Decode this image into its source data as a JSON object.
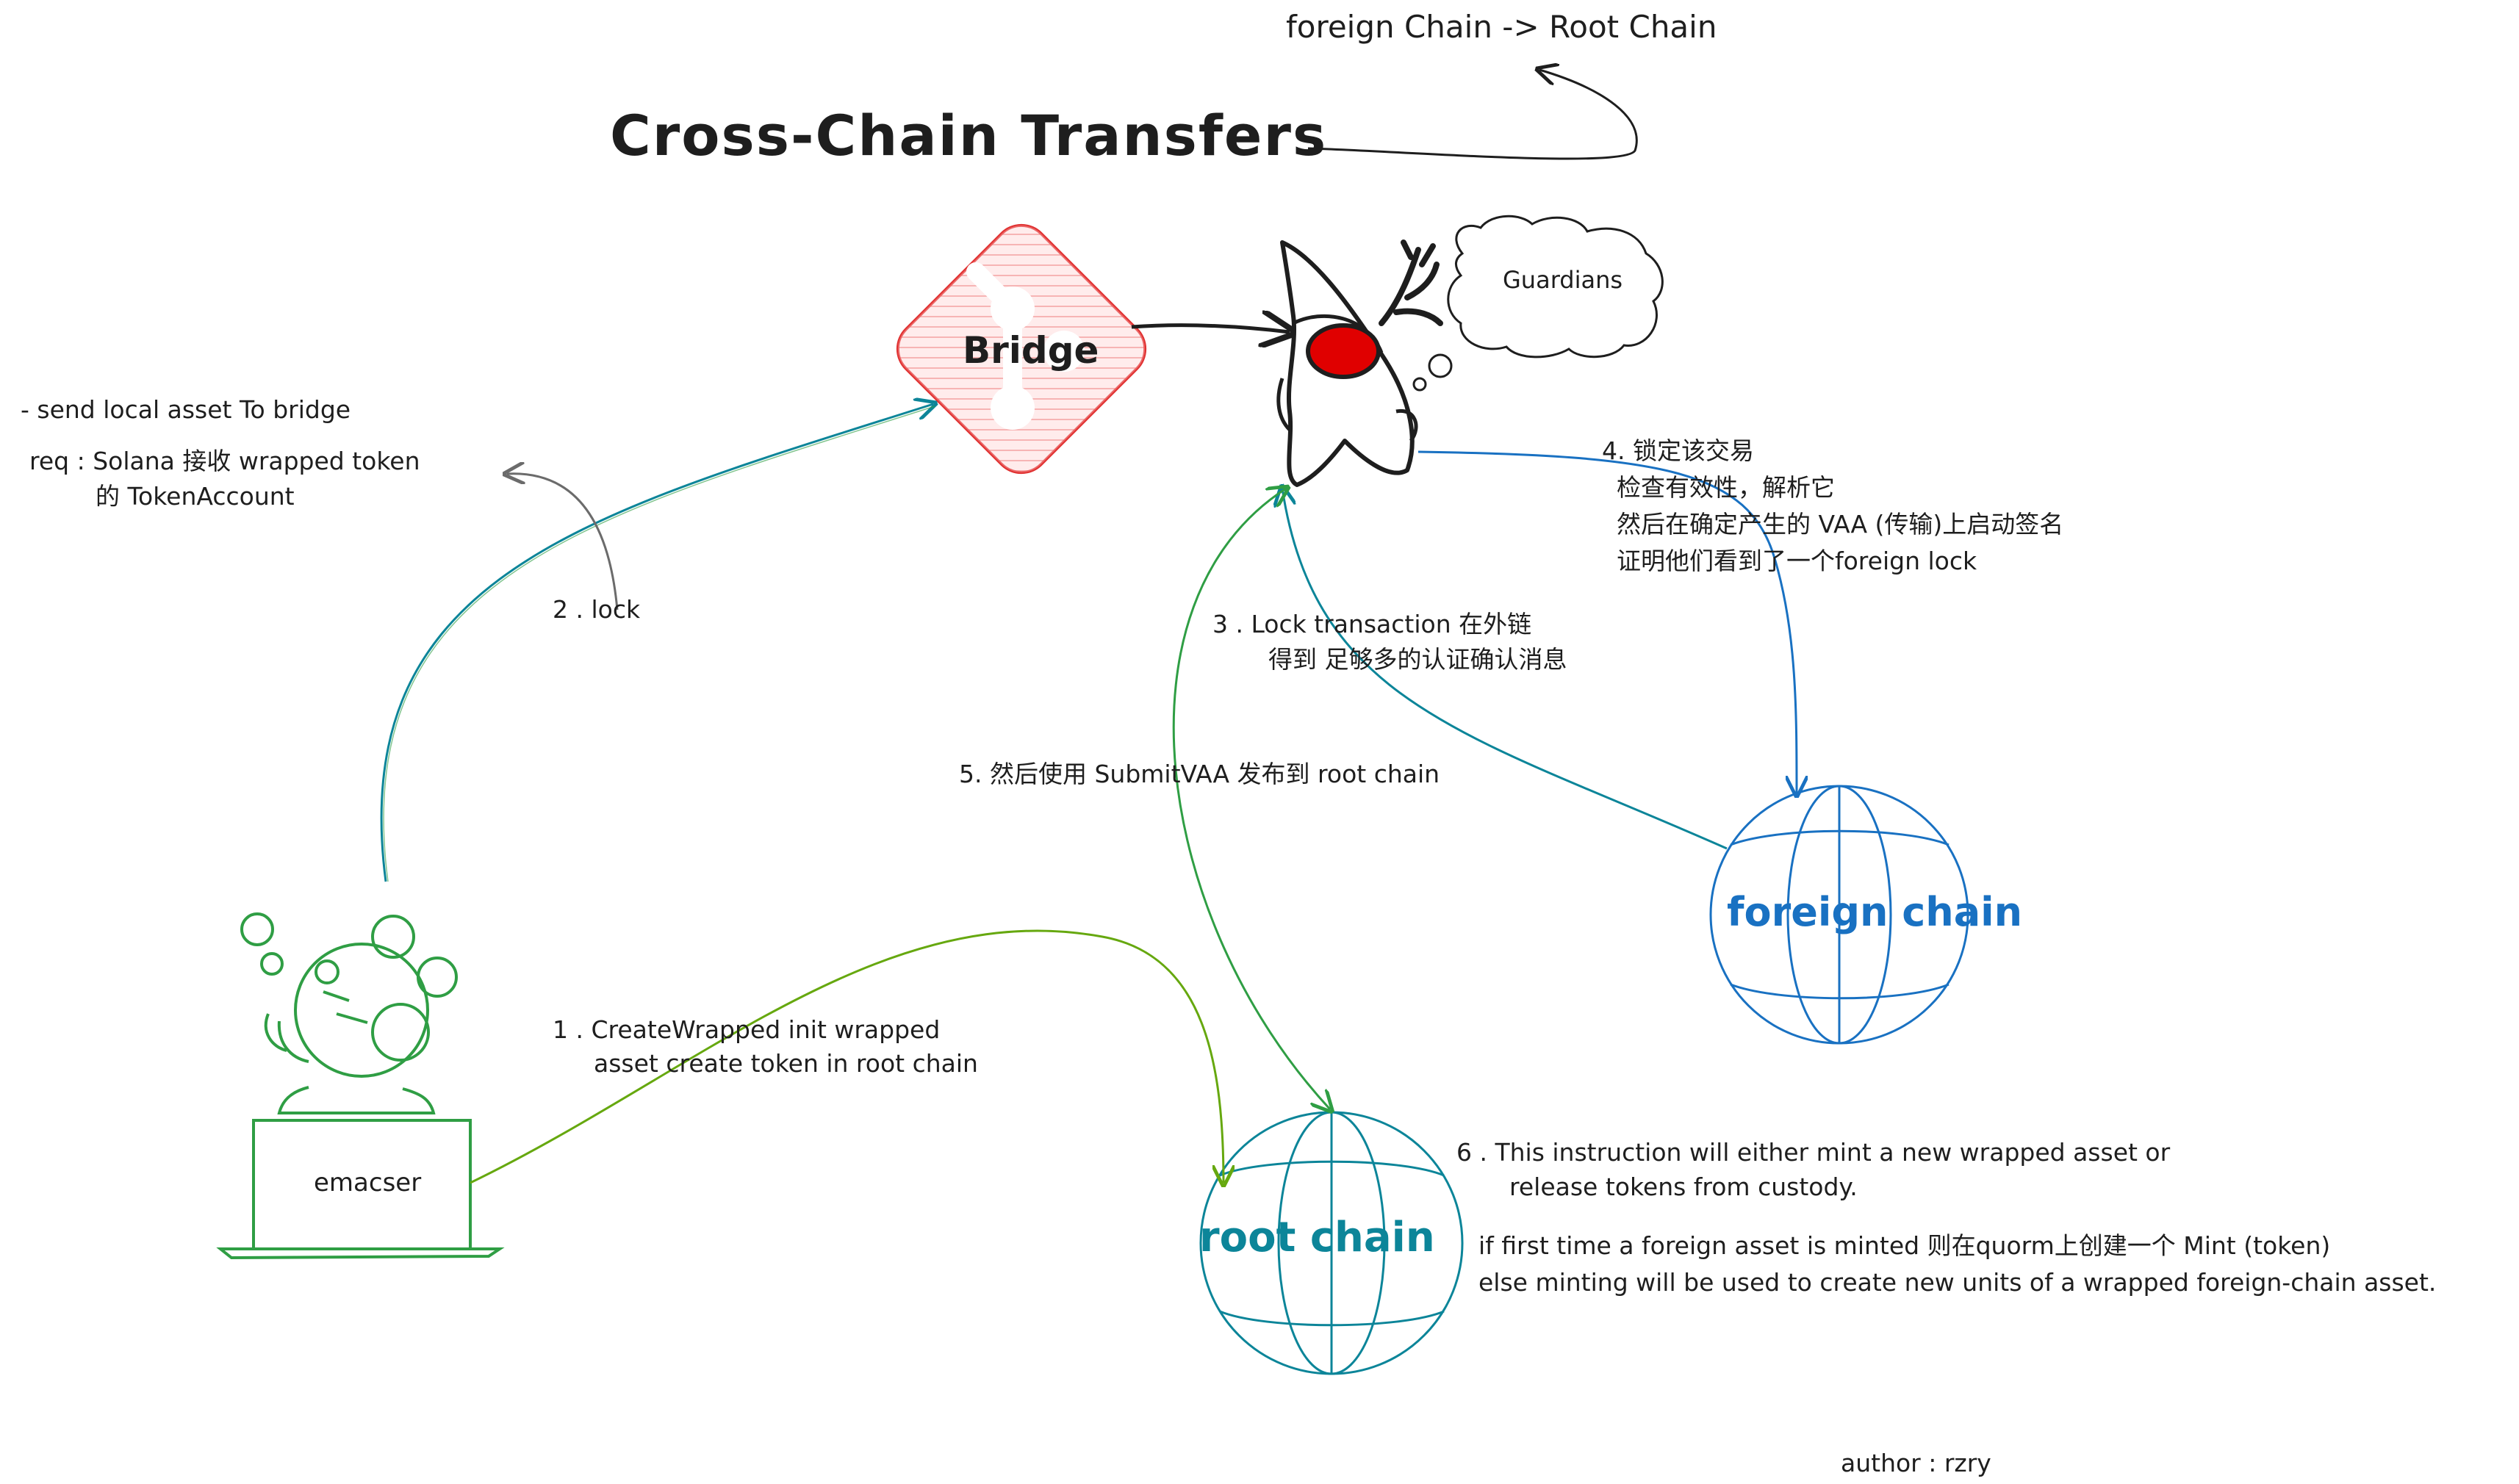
{
  "title": "Cross-Chain Transfers",
  "subtitle": "foreign Chain -> Root Chain",
  "nodes": {
    "bridge": "Bridge",
    "guardians": "Guardians",
    "emacser": "emacser",
    "foreign_chain": "foreign chain",
    "root_chain": "root chain"
  },
  "notes": {
    "send_local": "- send local asset To bridge",
    "req_line1": "req : Solana  接收  wrapped token",
    "req_line2": "的 TokenAccount",
    "step2": "2 . lock",
    "step1_line1": "1 . CreateWrapped   init wrapped",
    "step1_line2": "asset  create token  in root chain",
    "step3_line1": "3 . Lock transaction 在外链",
    "step3_line2": "得到 足够多的认证确认消息",
    "step4_line1": "4. 锁定该交易",
    "step4_line2": "检查有效性，解析它",
    "step4_line3": "然后在确定产生的 VAA (传输)上启动签名",
    "step4_line4": "证明他们看到了一个foreign lock",
    "step5": "5. 然后使用 SubmitVAA 发布到 root chain",
    "step6_line1": "6 . This instruction will either mint a new wrapped asset or",
    "step6_line2": "release tokens from custody.",
    "step6_line3": "if  first time a foreign asset is minted 则在quorm上创建一个 Mint (token)",
    "step6_line4": "else minting will be used to create new units of a wrapped foreign-chain asset."
  },
  "author": "author : rzry",
  "colors": {
    "bridge": "#e03131",
    "bridge_fill": "#ffc9c9",
    "guardian_eye": "#e00000",
    "green": "#2f9e44",
    "teal": "#0c8599",
    "blue": "#1971c2",
    "olive": "#66a80f",
    "ink": "#1e1e1e"
  }
}
